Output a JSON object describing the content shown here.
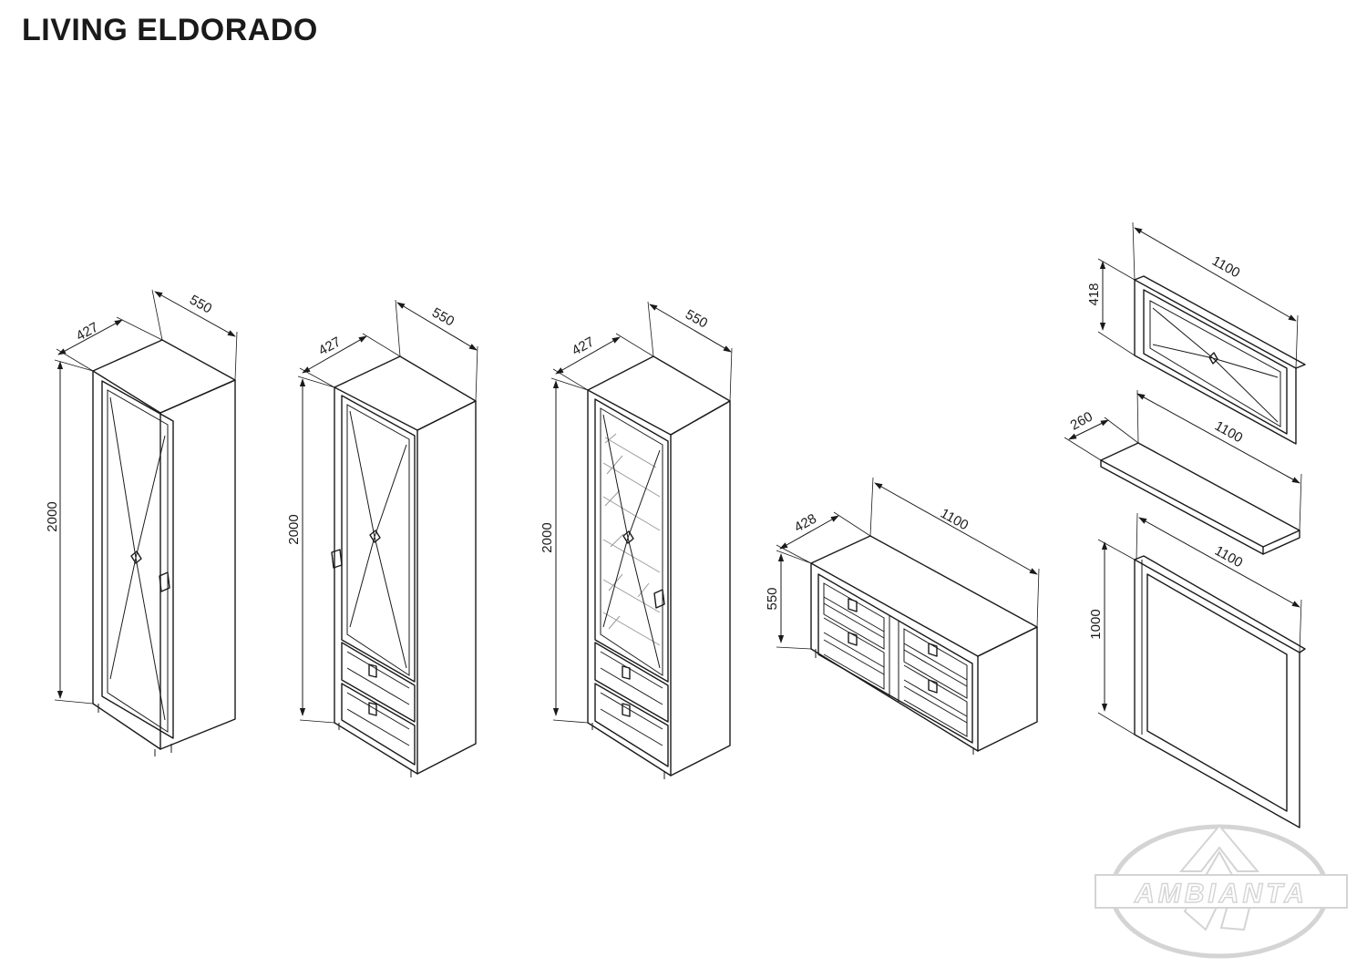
{
  "title": "LIVING ELDORADO",
  "logo_text": "AMBIANTA",
  "units": [
    {
      "id": "cabinet-1",
      "kind": "tall cabinet, single door",
      "dims": {
        "depth": "427",
        "width": "550",
        "height": "2000"
      }
    },
    {
      "id": "cabinet-2",
      "kind": "tall cabinet, door and two drawers",
      "dims": {
        "depth": "427",
        "width": "550",
        "height": "2000"
      }
    },
    {
      "id": "vitrine",
      "kind": "glass vitrine, two drawers",
      "dims": {
        "depth": "427",
        "width": "550",
        "height": "2000"
      }
    },
    {
      "id": "commode",
      "kind": "chest of four drawers",
      "dims": {
        "depth": "428",
        "width": "1100",
        "height": "550"
      }
    },
    {
      "id": "wall-panel",
      "kind": "wall panel",
      "dims": {
        "width": "1100",
        "height": "418"
      }
    },
    {
      "id": "shelf",
      "kind": "wall shelf",
      "dims": {
        "depth": "260",
        "width": "1100"
      }
    },
    {
      "id": "mirror",
      "kind": "mirror",
      "dims": {
        "width": "1100",
        "height": "1000"
      }
    }
  ],
  "colors": {
    "line": "#1a1a1a",
    "glass": "#9a9a9a",
    "logo": "#d4d4d4",
    "background": "#ffffff"
  }
}
